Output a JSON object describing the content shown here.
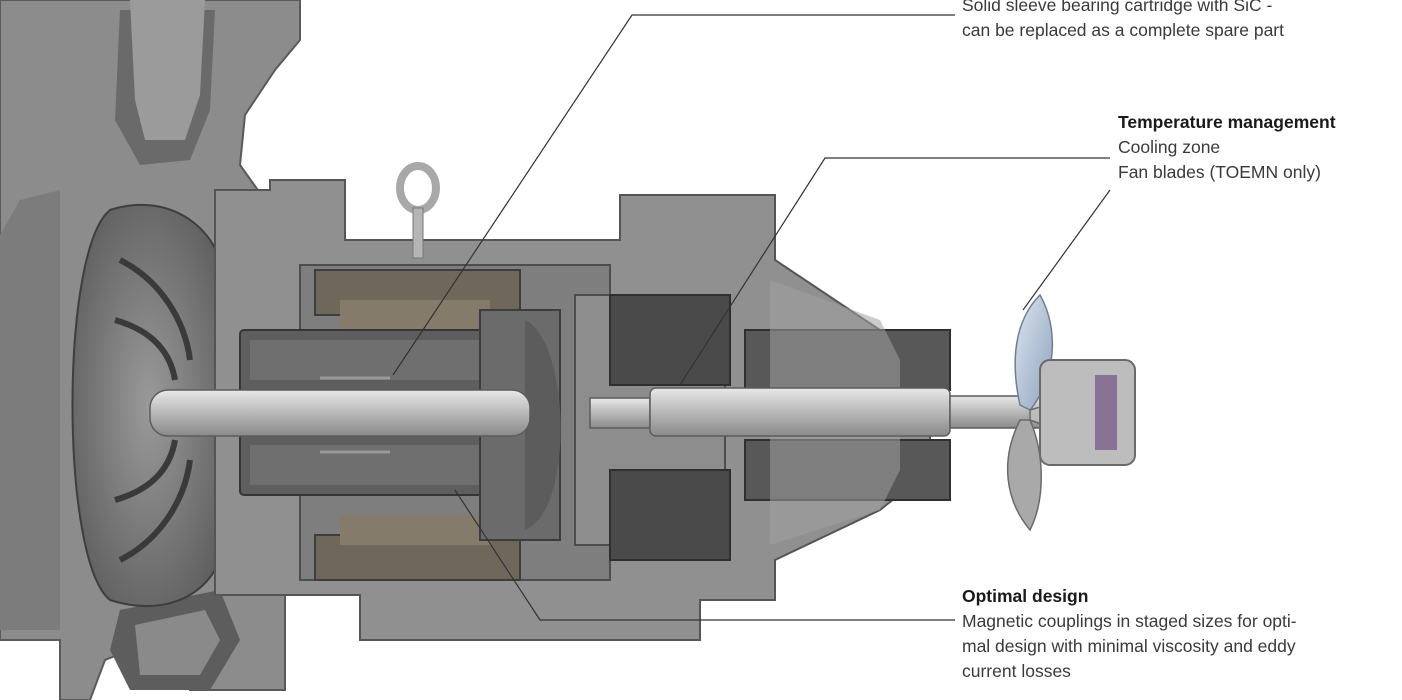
{
  "annotations": {
    "bearing": {
      "lines": [
        "Solid sleeve bearing cartridge with SiC -",
        "can be replaced as a complete spare part"
      ]
    },
    "temperature": {
      "title": "Temperature management",
      "lines": [
        "Cooling zone",
        "Fan blades (TOEMN only)"
      ]
    },
    "design": {
      "title": "Optimal design",
      "lines": [
        "Magnetic couplings in staged sizes for opti-",
        "mal design with minimal viscosity and eddy",
        "current losses"
      ]
    }
  },
  "colors": {
    "casing": "#8e8e8e",
    "casing_dark": "#6f6f6f",
    "magnet": "#7a7060",
    "shaft": "#cfcfcf",
    "fan": "#b9c6d6",
    "leader": "#333333",
    "text": "#3a3a3a"
  }
}
